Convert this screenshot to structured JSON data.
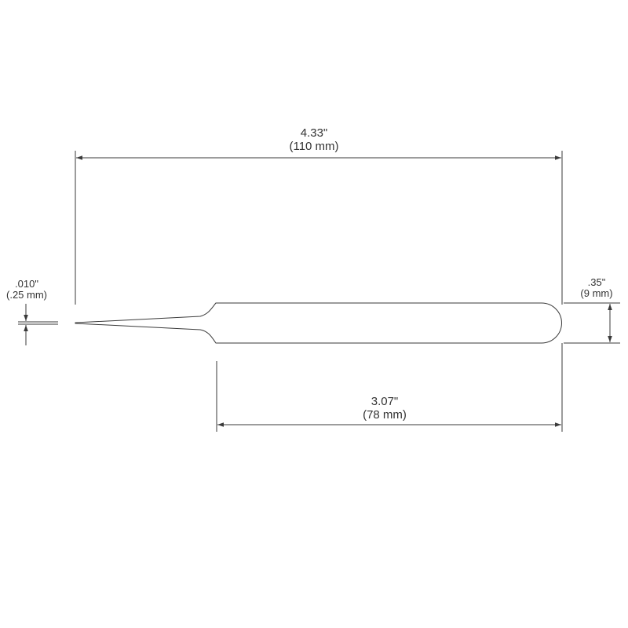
{
  "dimensions": {
    "overall_length": {
      "inches": "4.33\"",
      "metric": "(110 mm)"
    },
    "handle_length": {
      "inches": "3.07\"",
      "metric": "(78 mm)"
    },
    "handle_width": {
      "inches": ".35\"",
      "metric": "(9 mm)"
    },
    "tip_width": {
      "inches": ".010\"",
      "metric": "(.25 mm)"
    }
  },
  "colors": {
    "line": "#3a3a3a",
    "text": "#333333",
    "background": "#ffffff"
  }
}
